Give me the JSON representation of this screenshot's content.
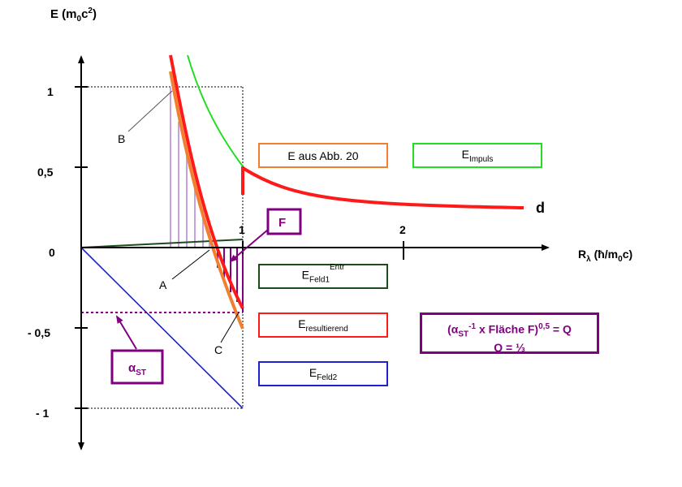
{
  "axes": {
    "y_label": {
      "base": "E (m",
      "sub1": "0",
      "mid": "c",
      "sup": "2",
      "end": ")"
    },
    "x_label": {
      "base": "R",
      "sub1": "λ",
      "mid": " (ħ/m",
      "sub2": "0",
      "end": "c)"
    },
    "y_ticks": [
      "1",
      "0,5",
      "0",
      "- 0,5",
      "- 1"
    ],
    "x_ticks": [
      "1",
      "2"
    ]
  },
  "points": {
    "A": "A",
    "B": "B",
    "C": "C",
    "d": "d"
  },
  "legend": {
    "e_abb20": {
      "text": "E aus Abb. 20",
      "color": "#f08030"
    },
    "e_impuls": {
      "base": "E",
      "sub": "Impuls",
      "color": "#22dd22"
    },
    "e_feld1": {
      "base": "E",
      "sub": "Feld1",
      "sup": "Entr",
      "color": "#1a4d1a"
    },
    "e_result": {
      "base": "E",
      "sub": "resultierend",
      "color": "#ff1a1a"
    },
    "e_feld2": {
      "base": "E",
      "sub": "Feld2",
      "color": "#2020d0"
    }
  },
  "annotations": {
    "F": "F",
    "alpha_st": {
      "base": "α",
      "sub": "ST"
    },
    "formula": {
      "a": "(α",
      "a_sub": "ST",
      "a_sup": "-1",
      "b": " x Fläche F)",
      "b_sup": "0,5",
      "c": " = Q",
      "line2": "Q = ⅓"
    }
  },
  "colors": {
    "purple": "#800080",
    "hatch": "#c8a0e0",
    "red": "#ff1a1a",
    "orange": "#f08030",
    "green": "#22dd22",
    "darkgreen": "#1a4d1a",
    "blue": "#2020d0"
  }
}
